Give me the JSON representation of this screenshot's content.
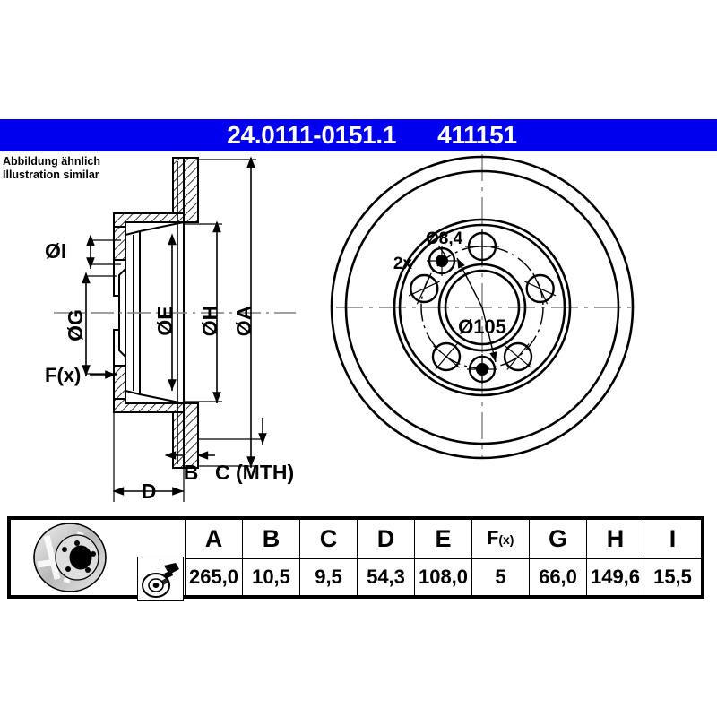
{
  "header": {
    "part_number": "24.0111-0151.1",
    "reference_number": "411151",
    "banner_color": "#0000ee",
    "text_color": "#ffffff"
  },
  "note": {
    "line1": "Abbildung ähnlich",
    "line2": "Illustration similar"
  },
  "drawing": {
    "section_view": {
      "dimension_labels": [
        {
          "id": "I",
          "label": "ØI"
        },
        {
          "id": "G",
          "label": "ØG"
        },
        {
          "id": "E",
          "label": "ØE"
        },
        {
          "id": "H",
          "label": "ØH"
        },
        {
          "id": "A",
          "label": "ØA"
        },
        {
          "id": "Fx",
          "label": "F(x)"
        },
        {
          "id": "B",
          "label": "B"
        },
        {
          "id": "C",
          "label": "C (MTH)"
        },
        {
          "id": "D",
          "label": "D"
        }
      ]
    },
    "face_view": {
      "annotations": [
        {
          "id": "hole-dia",
          "label": "Ø8,4"
        },
        {
          "id": "hole-count",
          "label": "2x"
        },
        {
          "id": "bolt-circle",
          "label": "Ø105"
        }
      ],
      "lug_hole_count": 5,
      "small_hole_count": 2
    }
  },
  "spec_table": {
    "icons": [
      {
        "name": "brake-disc-3d-icon"
      },
      {
        "name": "disc-caliper-icon"
      }
    ],
    "columns": [
      {
        "key": "A",
        "header": "A",
        "value": "265,0"
      },
      {
        "key": "B",
        "header": "B",
        "value": "10,5"
      },
      {
        "key": "C",
        "header": "C",
        "value": "9,5"
      },
      {
        "key": "D",
        "header": "D",
        "value": "54,3"
      },
      {
        "key": "E",
        "header": "E",
        "value": "108,0"
      },
      {
        "key": "Fx",
        "header": "F",
        "header_sub": "(x)",
        "value": "5"
      },
      {
        "key": "G",
        "header": "G",
        "value": "66,0"
      },
      {
        "key": "H",
        "header": "H",
        "value": "149,6"
      },
      {
        "key": "I",
        "header": "I",
        "value": "15,5"
      }
    ]
  }
}
